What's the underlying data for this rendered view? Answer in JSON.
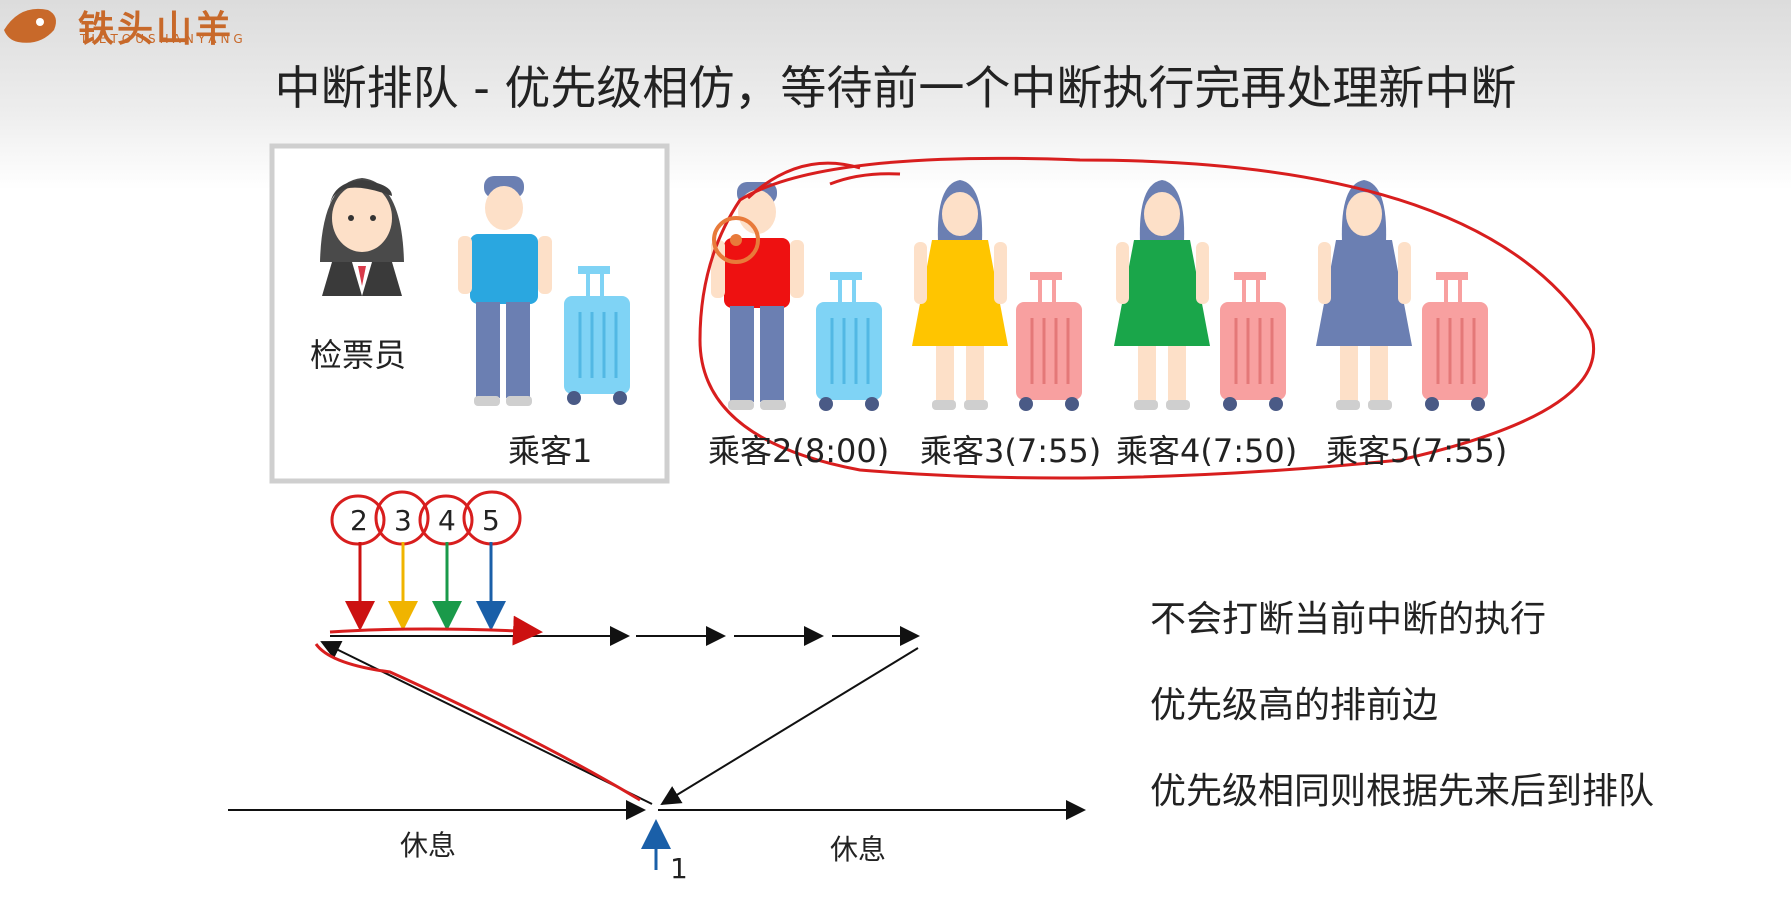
{
  "logo": {
    "cn": "铁头山羊",
    "en": "TIETOUSHANYANG"
  },
  "title": "中断排队 - 优先级相仿，等待前一个中断执行完再处理新中断",
  "figures": {
    "inspector": "检票员",
    "passenger1": "乘客1",
    "passenger2": "乘客2(8:00)",
    "passenger3": "乘客3(7:55)",
    "passenger4": "乘客4(7:50)",
    "passenger5": "乘客5(7:55)"
  },
  "queue_labels": [
    "2",
    "3",
    "4",
    "5"
  ],
  "timeline": {
    "rest_left": "休息",
    "rest_right": "休息",
    "trigger": "1"
  },
  "notes": [
    "不会打断当前中断的执行",
    "优先级高的排前边",
    "优先级相同则根据先来后到排队"
  ],
  "colors": {
    "arrow2": "#cc1111",
    "arrow3": "#f0b400",
    "arrow4": "#1a9a4a",
    "arrow5": "#1a5fa8",
    "trigger": "#1a5fa8",
    "annotation": "#d81e1e"
  }
}
